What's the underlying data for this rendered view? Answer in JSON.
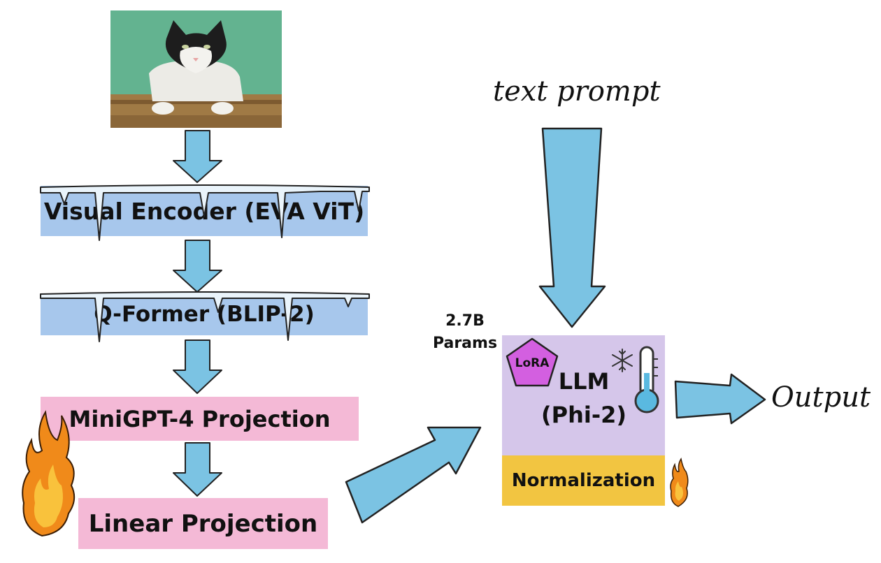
{
  "image": {
    "subject": "cat-photo"
  },
  "boxes": {
    "visual_encoder": "Visual Encoder (EVA ViT)",
    "qformer": "Q-Former (BLIP-2)",
    "minigpt_projection": "MiniGPT-4 Projection",
    "linear_projection": "Linear Projection",
    "llm_line1": "LLM",
    "llm_line2": "(Phi-2)",
    "normalization": "Normalization"
  },
  "labels": {
    "text_prompt": "text prompt",
    "output": "Output",
    "params_line1": "2.7B",
    "params_line2": "Params",
    "lora": "LoRA"
  },
  "colors": {
    "arrow": "#7bc3e3",
    "frozen_box": "#a7c7ec",
    "trainable_box": "#f4b9d6",
    "llm_box": "#d5c6ea",
    "norm_box": "#f2c541",
    "lora_badge": "#d35fe0",
    "fire": "#f08a1a"
  },
  "icons": [
    "snowflake-icon",
    "thermometer-icon",
    "fire-icon",
    "icicle-icon"
  ]
}
